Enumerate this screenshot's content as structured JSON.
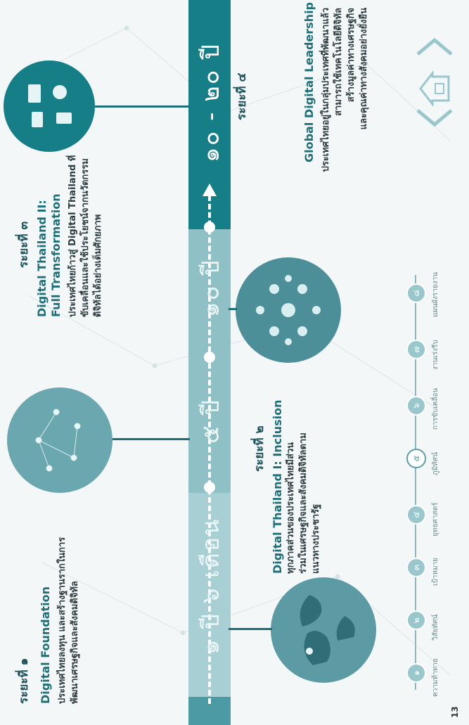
{
  "page_number": "13",
  "timeline": {
    "stage1_duration": "๑ ปี ๖ เดือน",
    "stage2_duration": "๕ ปี",
    "stage3_duration": "๑๐ ปี",
    "stage4_duration": "๑๐ - ๒๐ ปี"
  },
  "phases": [
    {
      "title": "ระยะที่ ๑",
      "name": "Digital Foundation",
      "desc_lines": [
        "ประเทศไทยลงทุน และสร้างฐานรากในการ",
        "พัฒนาเศรษฐกิจและสังคมดิจิทัล"
      ]
    },
    {
      "title": "ระยะที่ ๒",
      "name": "Digital Thailand I: Inclusion",
      "desc_lines": [
        "ทุกภาคส่วนของประเทศไทยมีส่วน",
        "ร่วมในเศรษฐกิจและสังคมดิจิทัลตาม",
        "แนวทางประชารัฐ"
      ]
    },
    {
      "title": "ระยะที่ ๓",
      "name_lines": [
        "Digital Thailand II:",
        "Full Transformation"
      ],
      "desc_lines": [
        "ประเทศไทยก้าวสู่ Digital Thailand ที่",
        "ขับเคลื่อนและใช้ประโยชน์จากนวัตกรรม",
        "ดิจิทัลได้อย่างเต็มศักยภาพ"
      ]
    },
    {
      "title": "ระยะที่ ๔",
      "name": "Global Digital Leadership",
      "desc_lines": [
        "ประเทศไทยอยู่ในกลุ่มประเทศที่พัฒนาแล้ว",
        "สามารถใช้เทคโนโลยีดิจิทัล",
        "สร้างมูลค่าทางเศรษฐกิจ",
        "และคุณค่าทางสังคมอย่างยั่งยืน"
      ]
    }
  ],
  "nav": {
    "items": [
      {
        "num": "๑",
        "label": "ความท้าทาย"
      },
      {
        "num": "๒",
        "label": "วิสัยทัศน์"
      },
      {
        "num": "๓",
        "label": "เป้าหมาย"
      },
      {
        "num": "๔",
        "label": "ยุทธศาสตร์"
      },
      {
        "num": "๕",
        "label": "ภูมิทัศน์"
      },
      {
        "num": "๖",
        "label": "การขับเคลื่อน"
      },
      {
        "num": "๗",
        "label": "งานเร่งรีบ"
      },
      {
        "num": "๘",
        "label": "แผนผังรายงาน"
      }
    ]
  },
  "colors": {
    "dark_band": "#167e87",
    "light_band": "#8fc0c6",
    "text": "#20535a"
  }
}
